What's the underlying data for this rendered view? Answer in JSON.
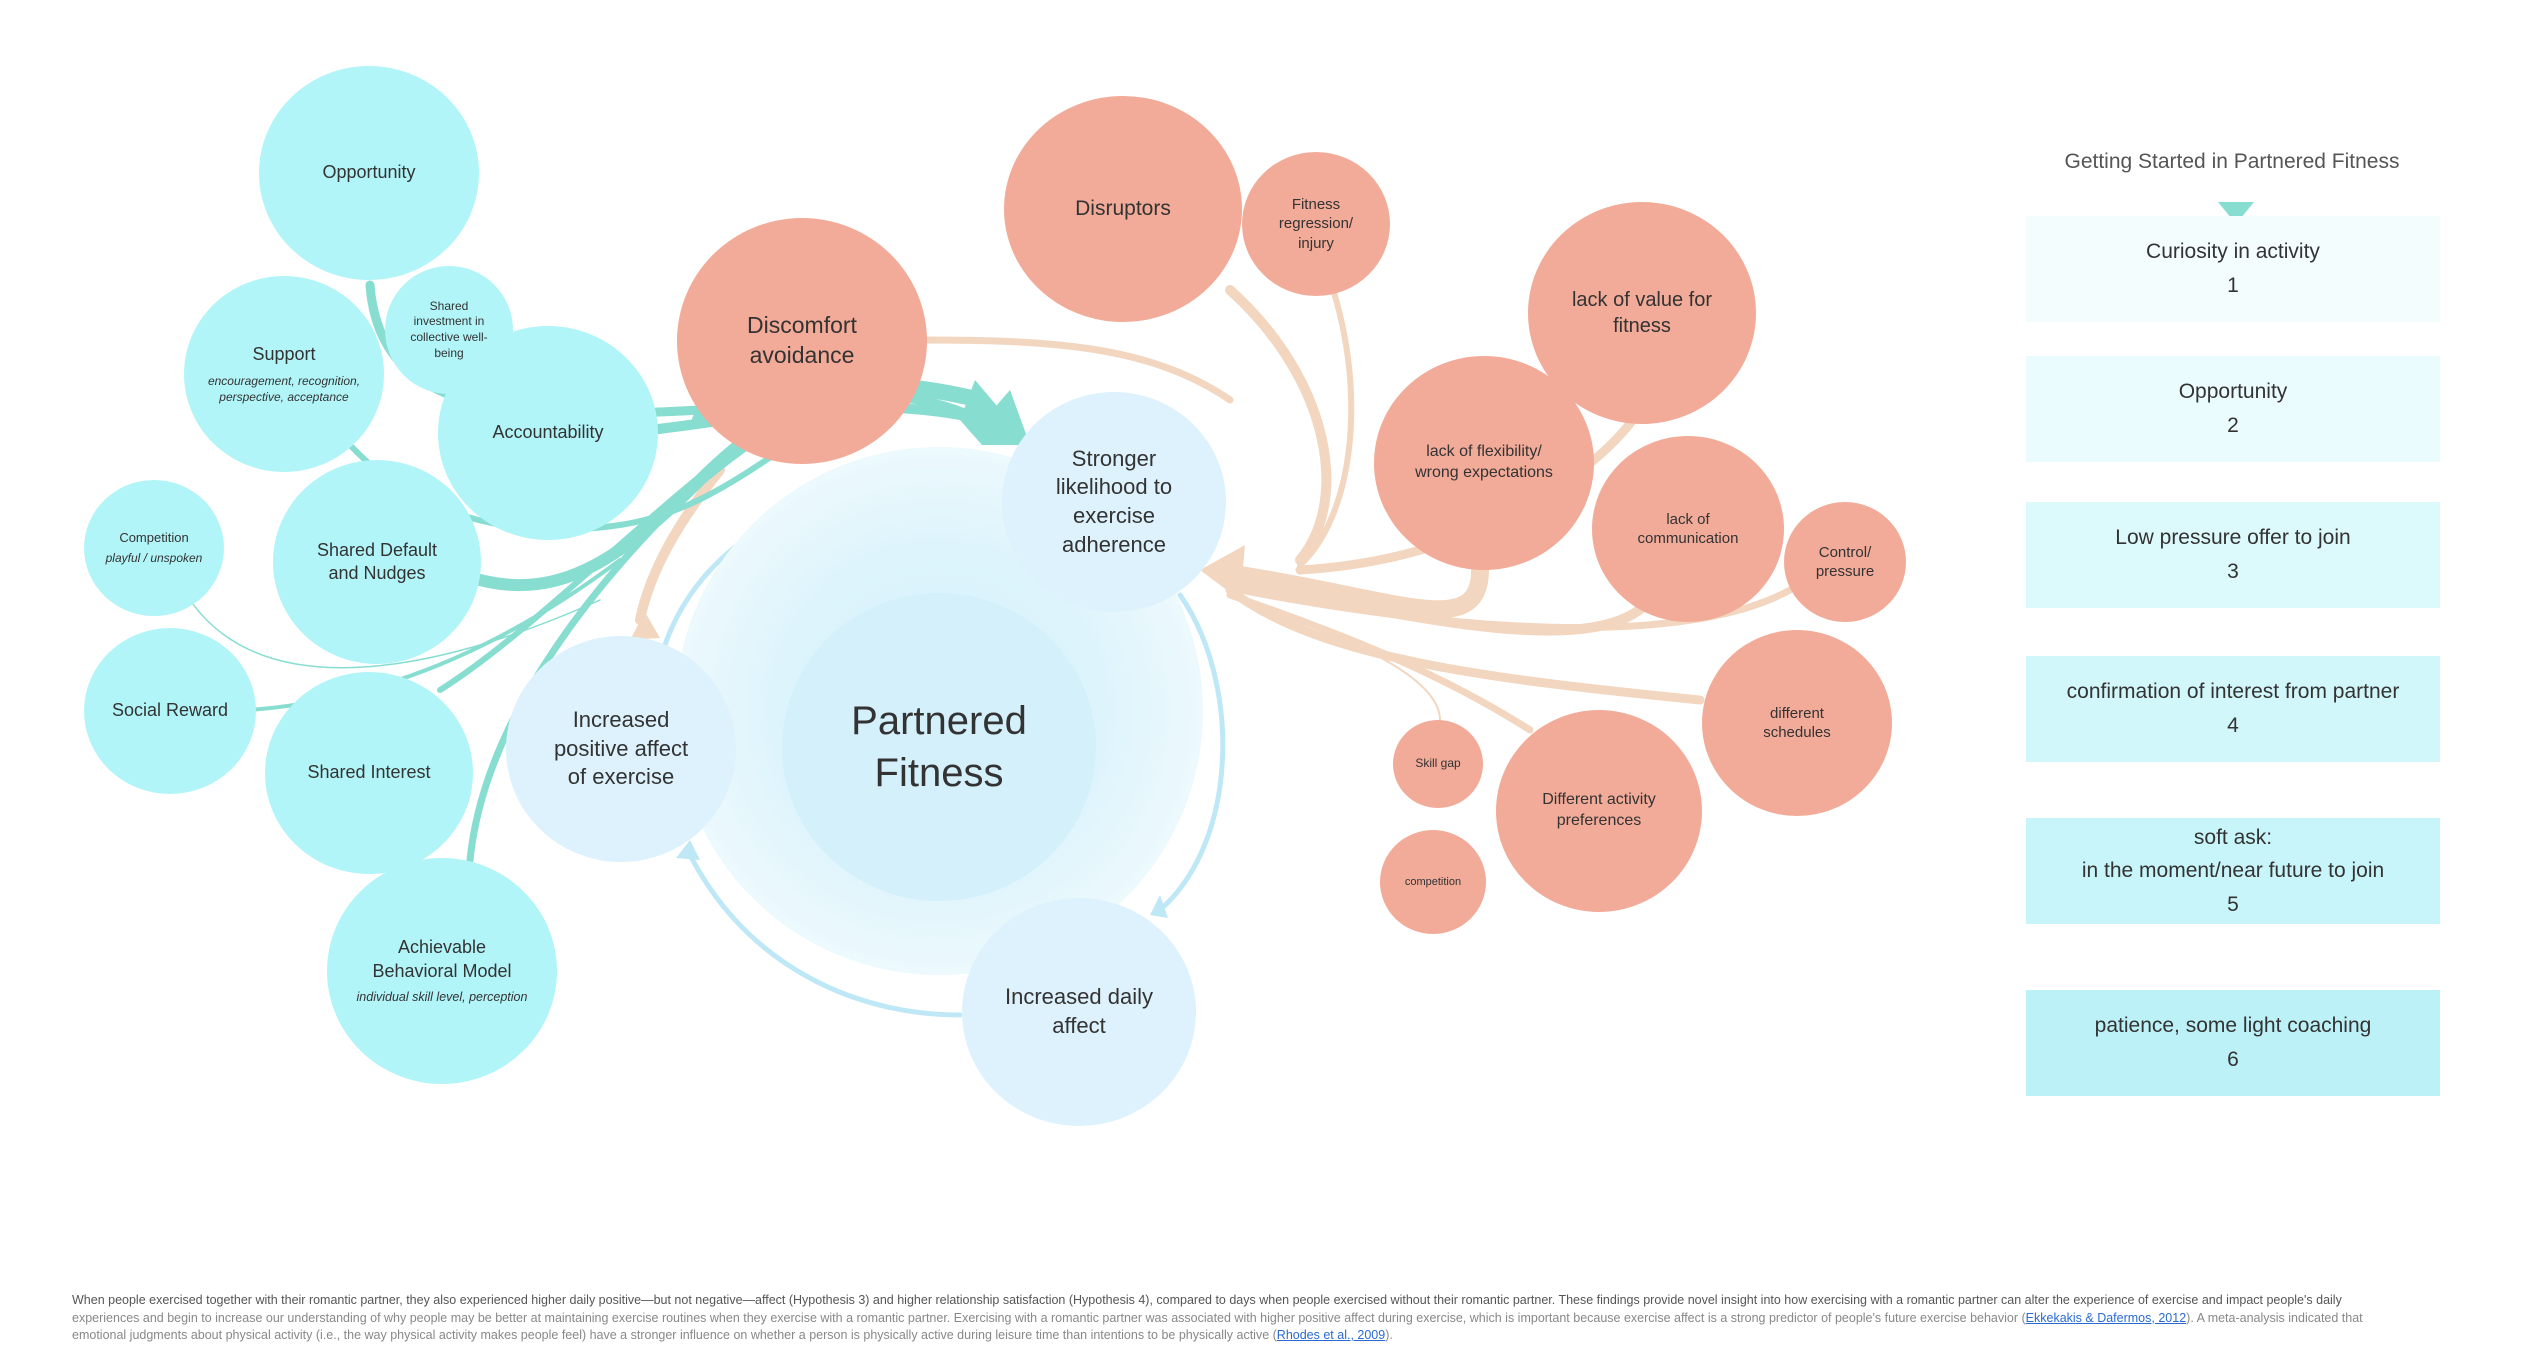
{
  "diagram": {
    "center": {
      "line1": "Partnered",
      "line2": "Fitness"
    },
    "cycle": {
      "stronger": [
        "Stronger",
        "likelihood to",
        "exercise",
        "adherence"
      ],
      "daily": [
        "Increased daily",
        "affect"
      ],
      "positive": [
        "Increased",
        "positive affect",
        "of exercise"
      ]
    },
    "drivers": {
      "opportunity": "Opportunity",
      "shared_investment": [
        "Shared",
        "investment in",
        "collective well-",
        "being"
      ],
      "support": {
        "title": "Support",
        "sub1": "encouragement, recognition,",
        "sub2": "perspective, acceptance"
      },
      "accountability": "Accountability",
      "shared_default": [
        "Shared Default",
        "and Nudges"
      ],
      "competition": {
        "title": "Competition",
        "sub": "playful / unspoken"
      },
      "social_reward": "Social Reward",
      "shared_interest": "Shared Interest",
      "achievable": {
        "line1": "Achievable",
        "line2": "Behavioral Model",
        "sub": "individual skill level, perception"
      }
    },
    "barriers": {
      "discomfort": [
        "Discomfort",
        "avoidance"
      ],
      "disruptors": "Disruptors",
      "fitness_regression": [
        "Fitness",
        "regression/",
        "injury"
      ],
      "lack_value": [
        "lack of value for",
        "fitness"
      ],
      "lack_flexibility": [
        "lack of flexibility/",
        "wrong expectations"
      ],
      "lack_communication": [
        "lack of",
        "communication"
      ],
      "control_pressure": [
        "Control/",
        "pressure"
      ],
      "different_schedules": [
        "different",
        "schedules"
      ],
      "skill_gap": "Skill gap",
      "different_activity": [
        "Different activity",
        "preferences"
      ],
      "competition": "competition"
    }
  },
  "panel": {
    "title": "Getting Started in Partnered Fitness",
    "steps": [
      {
        "label": "Curiosity in  activity",
        "number": "1"
      },
      {
        "label": "Opportunity",
        "number": "2"
      },
      {
        "label": "Low pressure offer to join",
        "number": "3"
      },
      {
        "label": "confirmation of interest from partner",
        "number": "4"
      },
      {
        "label": "soft ask:",
        "label2": "in the moment/near future to join",
        "number": "5"
      },
      {
        "label": "patience, some light coaching",
        "number": "6"
      }
    ]
  },
  "footer": {
    "text1": "When people exercised together with their romantic partner, they also experienced higher daily positive—but not negative—affect (Hypothesis 3) and higher relationship satisfaction (Hypothesis 4), compared to days when people exercised without their romantic partner. These findings provide novel insight into how exercising with a romantic partner can alter the experience of exercise and impact people's daily",
    "text2": "experiences and begin to increase our understanding of why people may be better at maintaining exercise routines when they exercise with a romantic partner. Exercising with a romantic partner was associated with higher positive affect during exercise, which is important because exercise affect is a strong predictor of people's future exercise behavior (",
    "ref1": "Ekkekakis & Dafermos, 2012",
    "text3": "). A meta-analysis indicated that",
    "text4": "emotional judgments about physical activity (i.e., the way physical activity makes people feel) have a stronger influence on whether a person is physically active during leisure time than intentions to be physically active (",
    "ref2": "Rhodes et al., 2009",
    "text5": ")."
  },
  "colors": {
    "driver": "#b2f5f8",
    "barrier": "#f2ab98",
    "cycle": "#ddf2fc",
    "driver_flow": "#86ddd0",
    "barrier_flow": "#f2d6bf",
    "cycle_arrow": "#bfe8f7"
  }
}
